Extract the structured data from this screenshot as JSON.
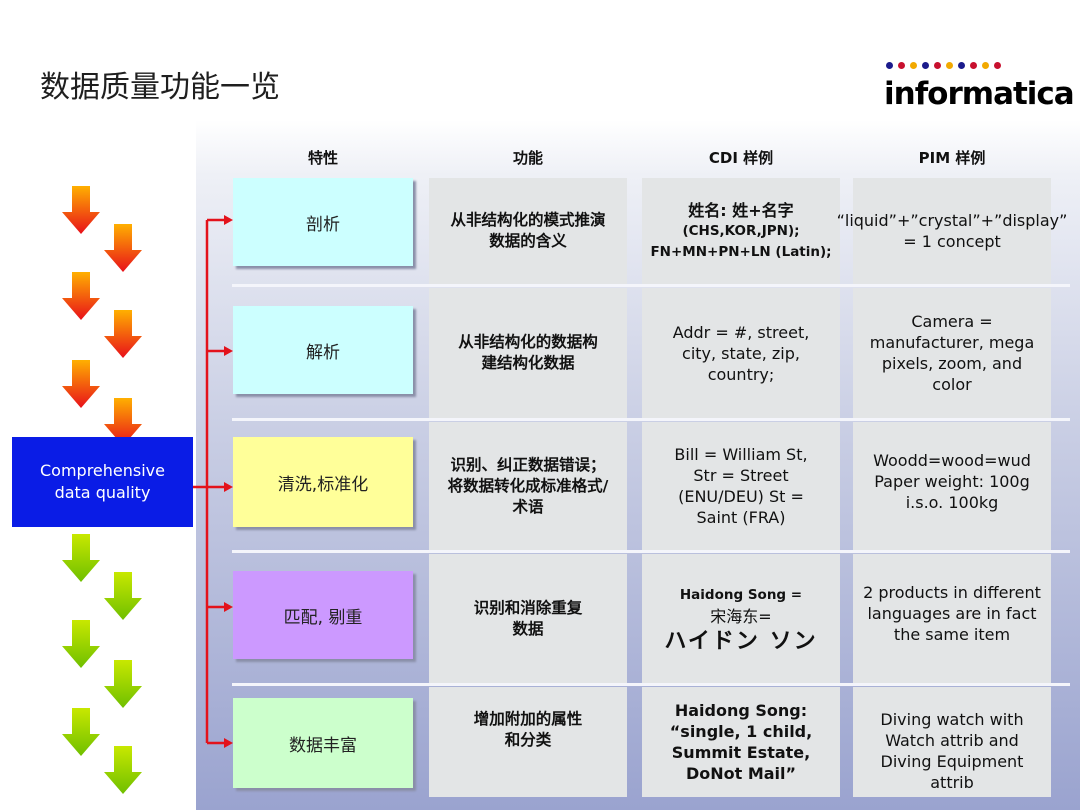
{
  "title": "数据质量功能一览",
  "logo": {
    "text": "informatica",
    "dot_colors": [
      "#1b1b8c",
      "#c8102e",
      "#f2a900",
      "#1b1b8c",
      "#c8102e",
      "#f2a900",
      "#1b1b8c",
      "#c8102e",
      "#f2a900",
      "#c8102e"
    ]
  },
  "headers": {
    "feature": "特性",
    "function": "功能",
    "cdi": "CDI 样例",
    "pim": "PIM 样例"
  },
  "cdq_box": "Comprehensive data quality",
  "rows": [
    {
      "feature": "剖析",
      "feature_color": "#ccffff",
      "function": "从非结构化的模式推演数据的含义",
      "cdi_line1": "姓名: 姓+名字",
      "cdi_line2": "(CHS,KOR,JPN);",
      "cdi_line3": "FN+MN+PN+LN (Latin);",
      "pim": "“liquid”+”crystal”+”display” = 1 concept"
    },
    {
      "feature": "解析",
      "feature_color": "#ccffff",
      "function": "从非结构化的数据构建结构化数据",
      "cdi": "Addr = #, street, city, state, zip, country;",
      "pim": "Camera = manufacturer, mega pixels, zoom, and color"
    },
    {
      "feature": "清洗,标准化",
      "feature_color": "#ffff99",
      "function": "识别、纠正数据错误；将数据转化成标准格式/术语",
      "cdi": "Bill = William St, Str = Street (ENU/DEU) St = Saint (FRA)",
      "pim": "Woodd=wood=wud Paper weight: 100g i.s.o. 100kg"
    },
    {
      "feature": "匹配, 剔重",
      "feature_color": "#cc99ff",
      "function": "识别和消除重复数据",
      "cdi_line1": "Haidong Song =",
      "cdi_line2": "宋海东=",
      "cdi_line3": "ハイドン ソン",
      "pim": "2 products in different languages are in fact the same item"
    },
    {
      "feature": "数据丰富",
      "feature_color": "#ccffcc",
      "function": "增加附加的属性和分类",
      "cdi": "Haidong Song: “single, 1 child, Summit Estate, DoNot Mail”",
      "pim": "Diving watch with Watch attrib and Diving Equipment attrib"
    }
  ]
}
